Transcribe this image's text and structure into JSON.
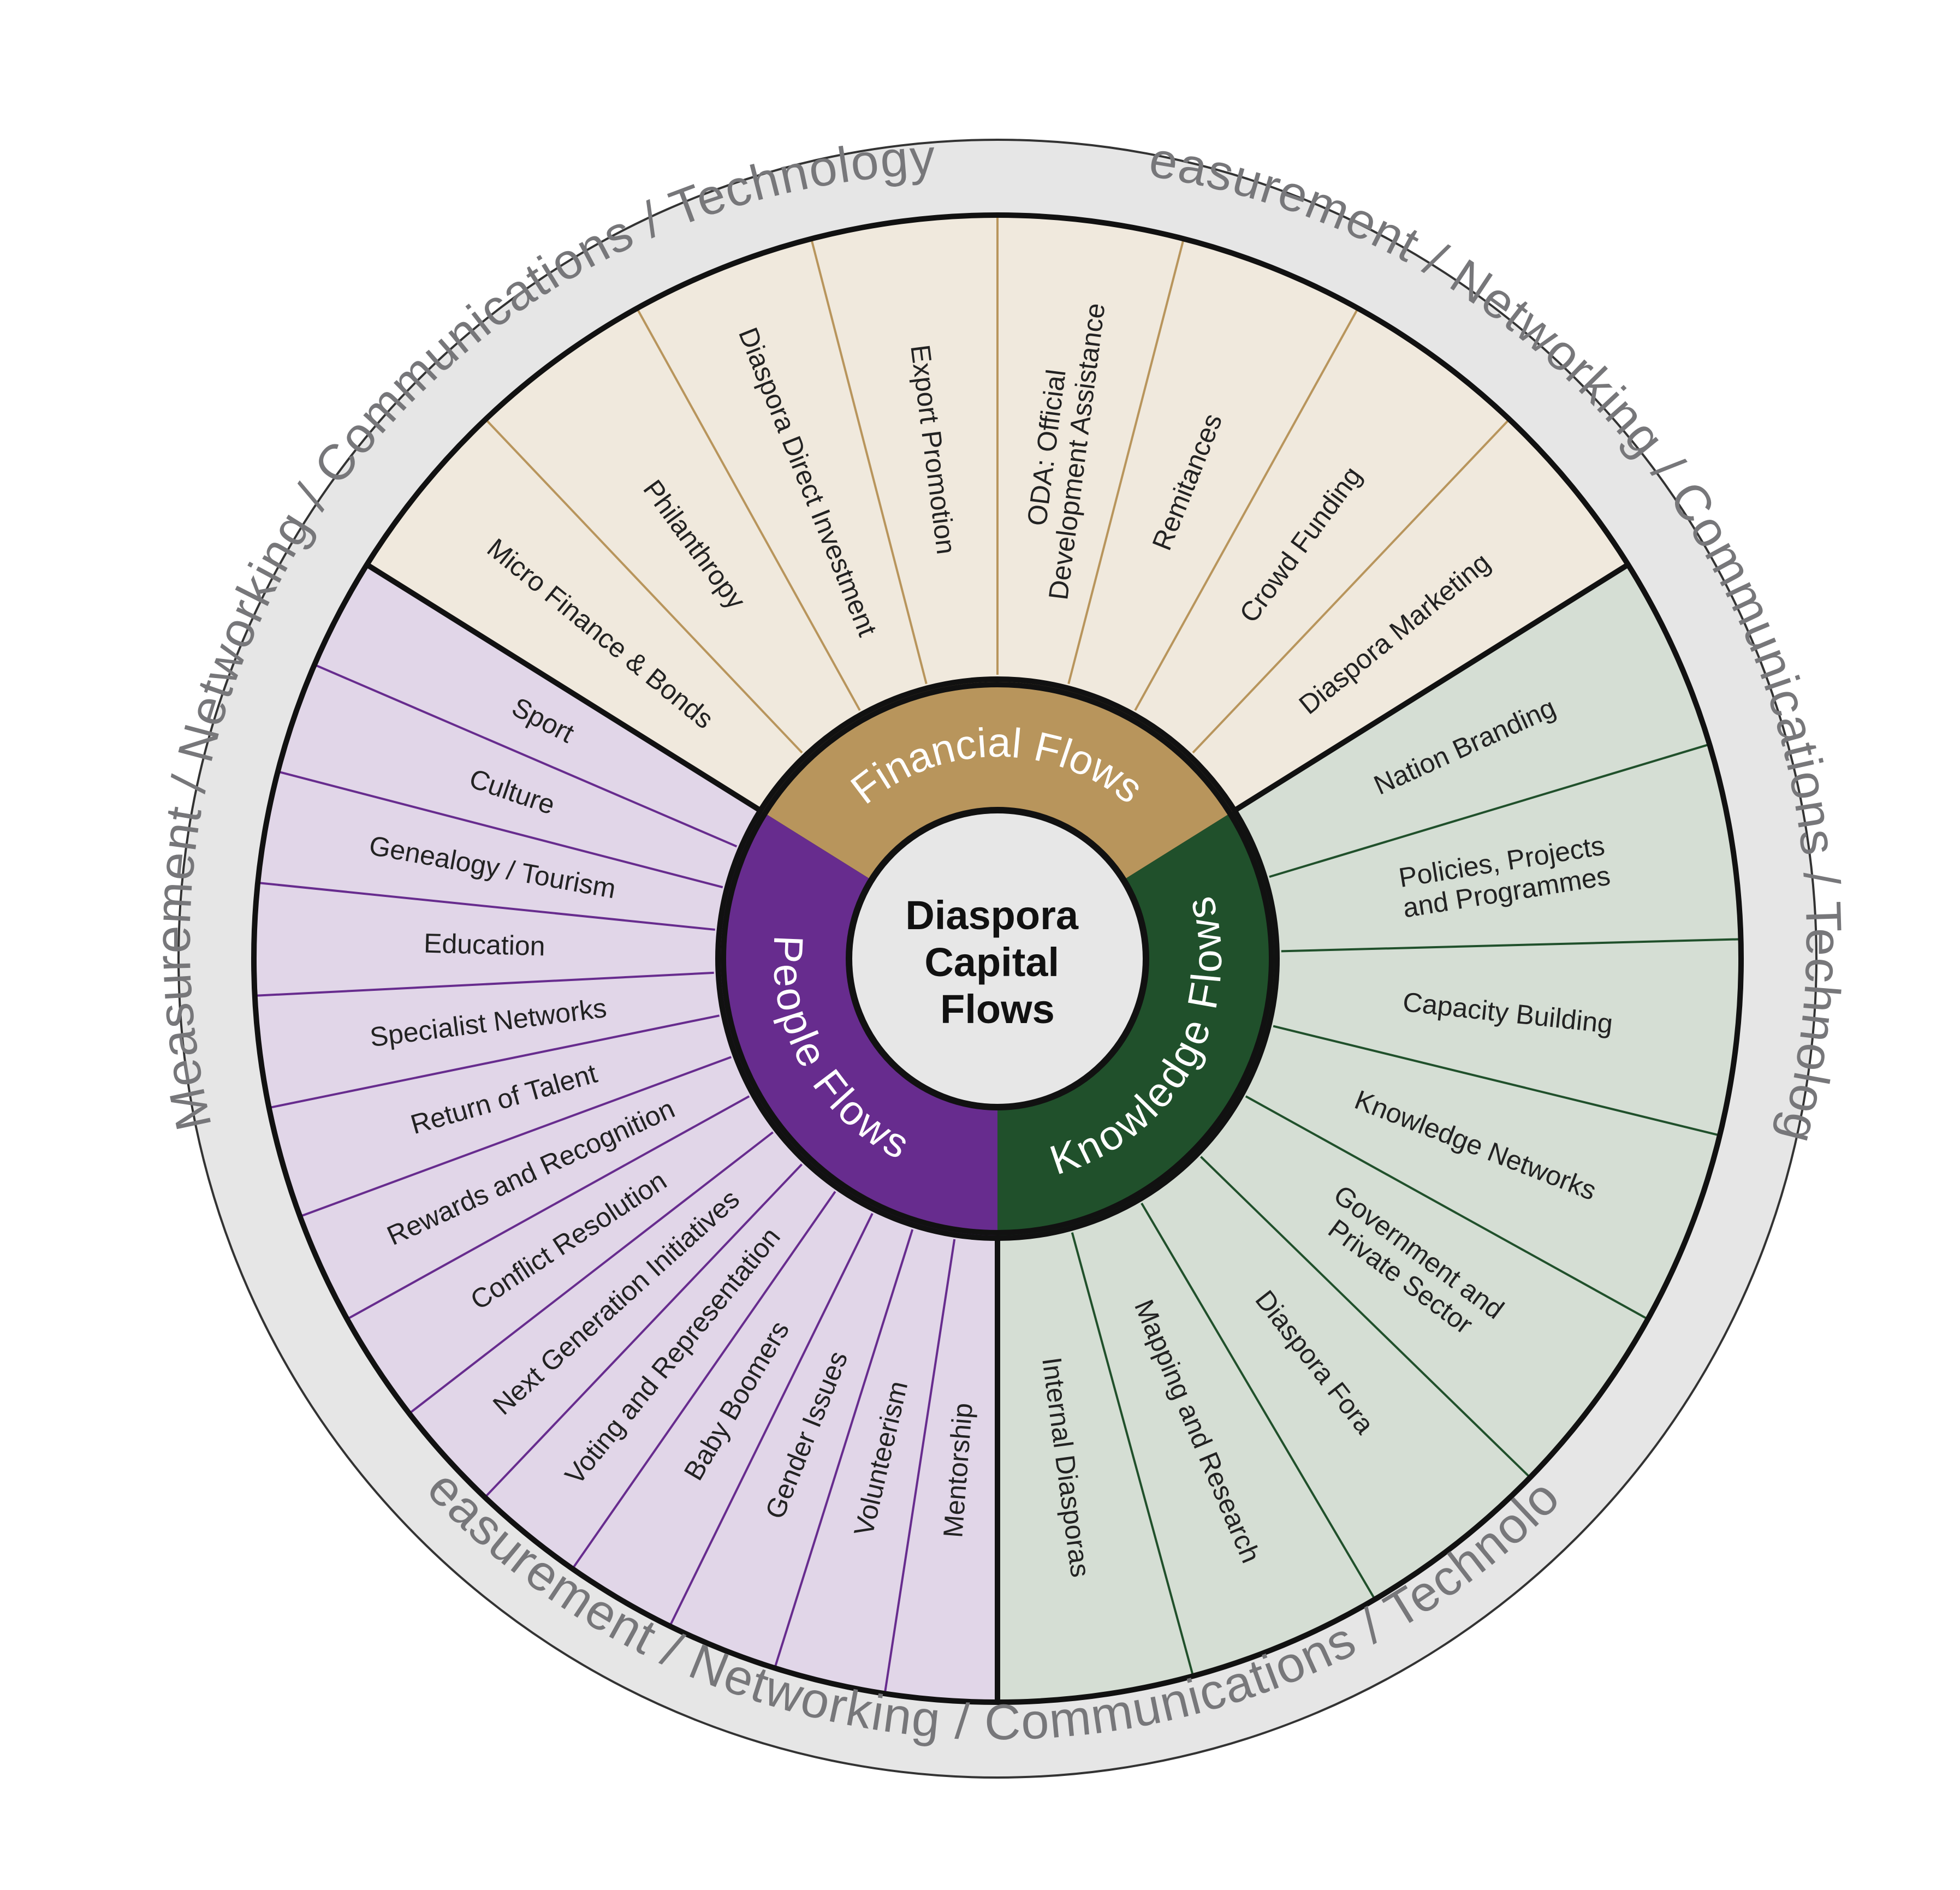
{
  "title": "",
  "center": {
    "lines": [
      "Diaspora",
      "Capital",
      "Flows"
    ]
  },
  "outer_ring": {
    "label_upper_left": "Measurement / Networking / Communications / Technology",
    "label_upper_right": "Measurement / Networking / Communications / Technology",
    "label_bottom": "Measurement / Networking / Communications / Technology"
  },
  "sectors": [
    {
      "id": "financial",
      "label": "Financial Flows",
      "color": "#B8955C",
      "fill": "#F0E9DD",
      "line_color": "#B8955C",
      "items": [
        [
          "Micro Finance & Bonds"
        ],
        [
          "Philanthropy"
        ],
        [
          "Diaspora Direct Investment"
        ],
        [
          "Export Promotion"
        ],
        [
          "ODA: Official",
          "Development Assistance"
        ],
        [
          "Remitances"
        ],
        [
          "Crowd Funding"
        ],
        [
          "Diaspora Marketing"
        ]
      ]
    },
    {
      "id": "knowledge",
      "label": "Knowledge Flows",
      "color": "#20502B",
      "fill": "#D5DED4",
      "line_color": "#20502B",
      "items": [
        [
          "Nation Branding"
        ],
        [
          "Policies, Projects",
          "and Programmes"
        ],
        [
          "Capacity Building"
        ],
        [
          "Knowledge Networks"
        ],
        [
          "Government and",
          "Private Sector"
        ],
        [
          "Diaspora Fora"
        ],
        [
          "Mapping and Research"
        ],
        [
          "Internal Diasporas"
        ]
      ]
    },
    {
      "id": "people",
      "label": "People Flows",
      "color": "#672C8E",
      "fill": "#E1D6E8",
      "line_color": "#672C8E",
      "items": [
        [
          "Mentorship"
        ],
        [
          "Volunteerism"
        ],
        [
          "Gender Issues"
        ],
        [
          "Baby Boomers"
        ],
        [
          "Voting and Representation"
        ],
        [
          "Next Generation Initiatives"
        ],
        [
          "Conflict Resolution"
        ],
        [
          "Rewards and Recognition"
        ],
        [
          "Return of Talent"
        ],
        [
          "Specialist Networks"
        ],
        [
          "Education"
        ],
        [
          "Genealogy / Tourism"
        ],
        [
          "Culture"
        ],
        [
          "Sport"
        ]
      ]
    }
  ],
  "colors": {
    "outer_ring_fill": "#E6E6E6",
    "outer_ring_text": "#77777A",
    "center_fill": "#E7E7E7",
    "outline": "#111111",
    "item_text": "#222222"
  }
}
